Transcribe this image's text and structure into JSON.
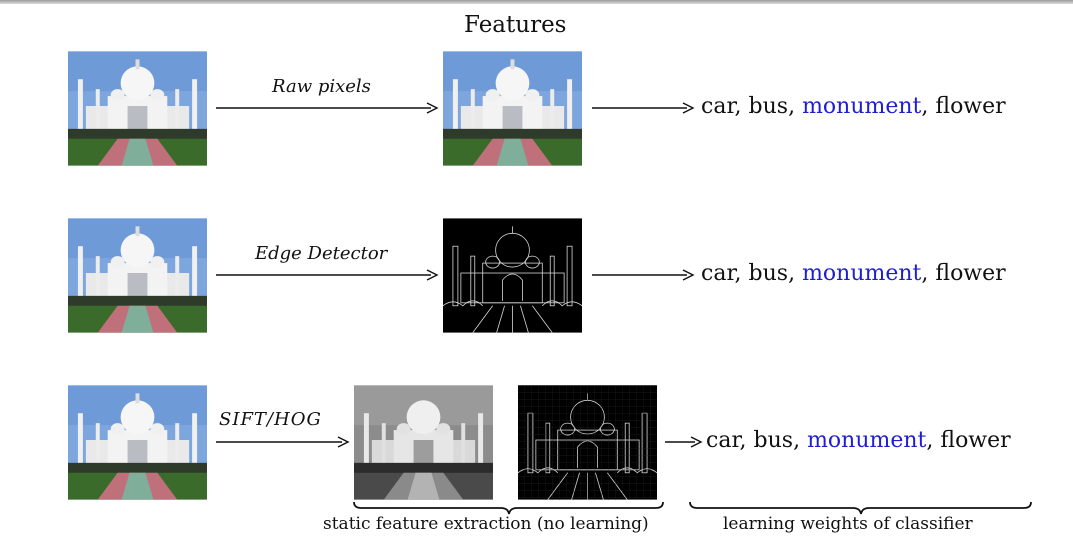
{
  "header": {
    "title": "Features"
  },
  "rows": [
    {
      "method": "Raw pixels",
      "outputs": {
        "prefix": "car, bus, ",
        "highlight": "monument",
        "suffix": ", flower"
      }
    },
    {
      "method": "Edge Detector",
      "outputs": {
        "prefix": "car, bus, ",
        "highlight": "monument",
        "suffix": ", flower"
      }
    },
    {
      "method": "SIFT/HOG",
      "outputs": {
        "prefix": "car, bus, ",
        "highlight": "monument",
        "suffix": ", flower"
      }
    }
  ],
  "braces": {
    "feature_extraction": "static feature extraction (no learning)",
    "classifier": "learning weights of classifier"
  },
  "colors": {
    "highlight": "#1f1fd0",
    "sky": "#7ea6de",
    "grass": "#3a6b2a",
    "path": "#c0707a"
  }
}
